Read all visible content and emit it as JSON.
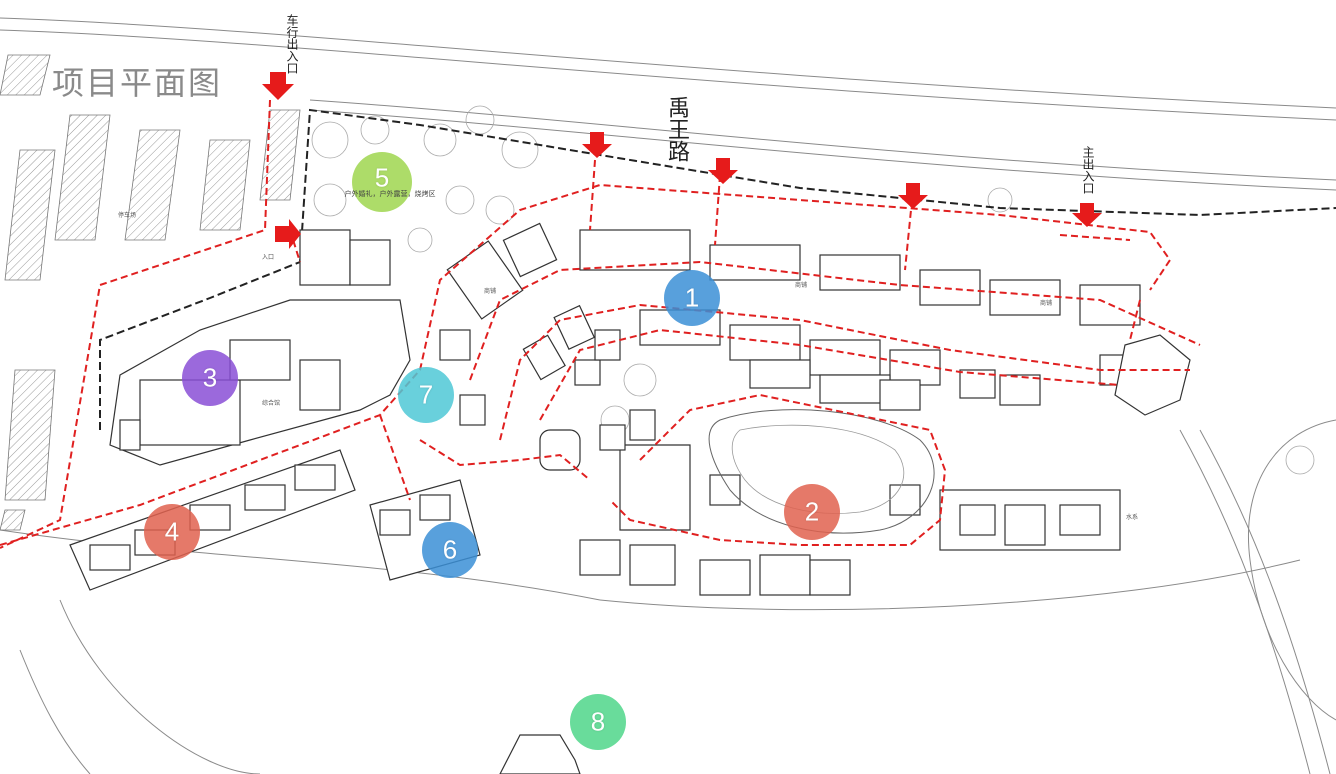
{
  "title": "项目平面图",
  "road": {
    "name": "禹王路"
  },
  "entrances": {
    "vehicle": "车行出入口",
    "main": "主出入口"
  },
  "zones": [
    {
      "id": "1",
      "label": "1",
      "color": "#3b8fd6"
    },
    {
      "id": "2",
      "label": "2",
      "color": "#e0624f"
    },
    {
      "id": "3",
      "label": "3",
      "color": "#8a4fd6"
    },
    {
      "id": "4",
      "label": "4",
      "color": "#e0624f"
    },
    {
      "id": "5",
      "label": "5",
      "color": "#9fd64f",
      "note": "户外婚礼，户外露营，烧烤区"
    },
    {
      "id": "6",
      "label": "6",
      "color": "#3b8fd6"
    },
    {
      "id": "7",
      "label": "7",
      "color": "#4fc8d6"
    },
    {
      "id": "8",
      "label": "8",
      "color": "#4fd68a"
    }
  ],
  "map_labels": {
    "parking": "停车场",
    "hall": "综合馆",
    "shop": "商铺",
    "water": "水系",
    "entry_gate": "入口"
  },
  "colors": {
    "path": "#e02020",
    "arrow": "#e61b1b",
    "line": "#555555",
    "boundary": "#222222"
  }
}
